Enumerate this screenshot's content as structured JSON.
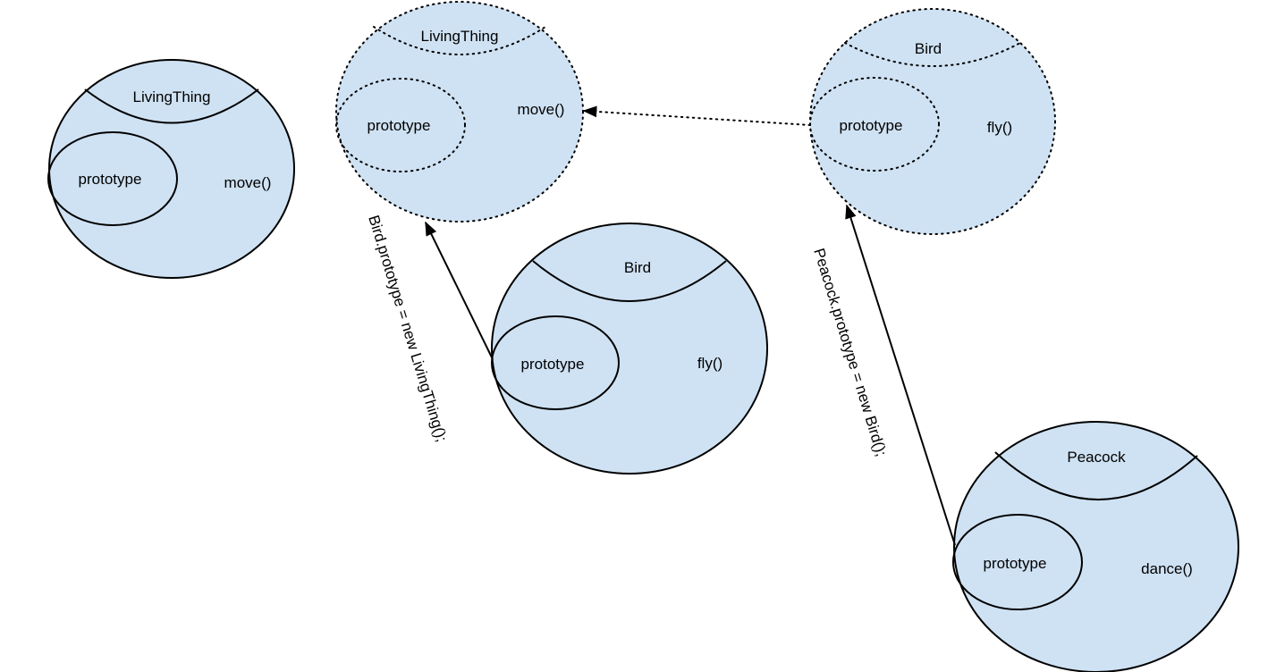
{
  "colors": {
    "object_fill": "#cfe2f3",
    "stroke": "#000000",
    "background": "#ffffff"
  },
  "objects": {
    "livingthing_constructor": {
      "name": "LivingThing",
      "prototype_label": "prototype",
      "method": "move()",
      "border": "solid"
    },
    "livingthing_instance": {
      "name": "LivingThing",
      "prototype_label": "prototype",
      "method": "move()",
      "border": "dotted"
    },
    "bird_constructor": {
      "name": "Bird",
      "prototype_label": "prototype",
      "method": "fly()",
      "border": "solid"
    },
    "bird_instance": {
      "name": "Bird",
      "prototype_label": "prototype",
      "method": "fly()",
      "border": "dotted"
    },
    "peacock_constructor": {
      "name": "Peacock",
      "prototype_label": "prototype",
      "method": "dance()",
      "border": "solid"
    }
  },
  "connectors": {
    "bird_to_livingthing": {
      "label": "Bird.prototype = new LivingThing();",
      "style": "solid-arrow"
    },
    "peacock_to_bird": {
      "label": "Peacock.prototype = new Bird();",
      "style": "solid-arrow"
    },
    "bird_instance_to_livingthing_instance": {
      "label": "",
      "style": "dotted-arrow"
    }
  }
}
